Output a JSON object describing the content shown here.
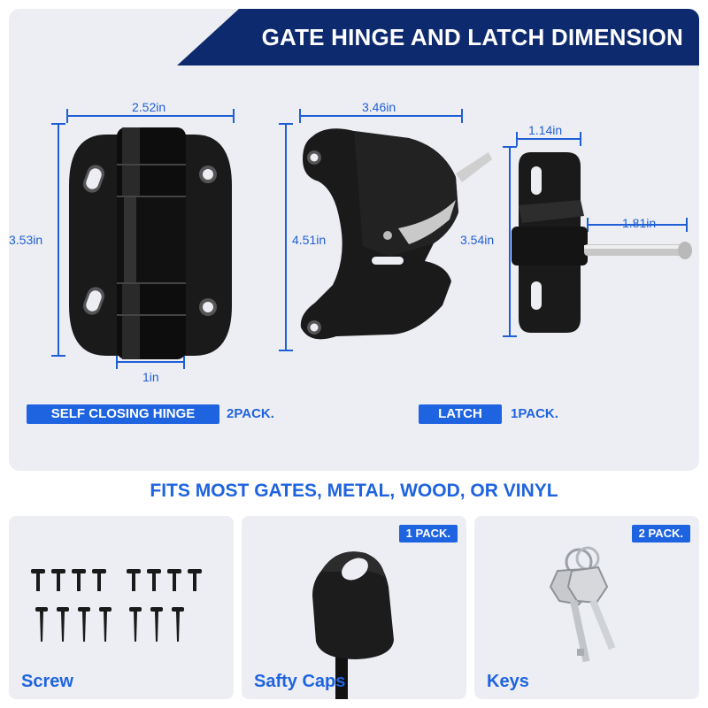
{
  "header": {
    "title": "GATE HINGE AND LATCH DIMENSION"
  },
  "hinge": {
    "width": "2.52in",
    "height": "3.53in",
    "knuckle": "1in",
    "label": "SELF CLOSING  HINGE",
    "pack": "2PACK."
  },
  "latch": {
    "width": "3.46in",
    "height": "4.51in",
    "label": "LATCH",
    "pack": "1PACK."
  },
  "keeper": {
    "width": "1.14in",
    "height": "3.54in",
    "pin": "1.81in"
  },
  "tagline": "FITS MOST GATES, METAL, WOOD, OR VINYL",
  "accessories": [
    {
      "label": "Screw",
      "badge": ""
    },
    {
      "label": "Safty Caps",
      "badge": "1 PACK."
    },
    {
      "label": "Keys",
      "badge": "2 PACK."
    }
  ],
  "colors": {
    "accent": "#1e63e0",
    "banner": "#0e2a6e",
    "panel": "#edeef3",
    "product": "#141414"
  }
}
